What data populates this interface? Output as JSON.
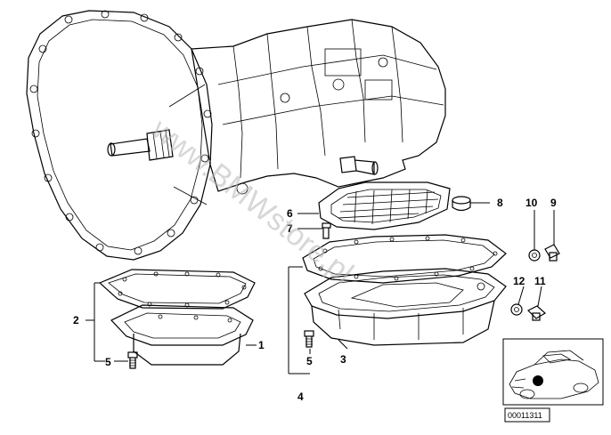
{
  "watermark": "www.BMWstore.pl",
  "diagram_number": "00011311",
  "callouts": {
    "c1": "1",
    "c2": "2",
    "c3": "3",
    "c4": "4",
    "c5a": "5",
    "c5b": "5",
    "c6": "6",
    "c7": "7",
    "c8": "8",
    "c9": "9",
    "c10": "10",
    "c11": "11",
    "c12": "12"
  }
}
